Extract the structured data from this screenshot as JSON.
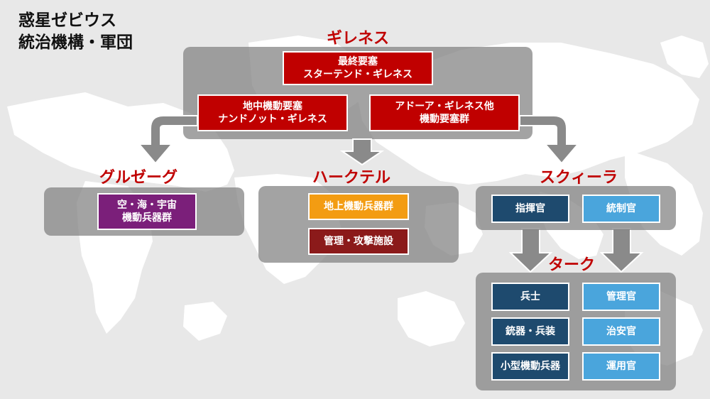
{
  "title": "惑星ゼビウス\n統治機構・軍団",
  "colors": {
    "red": "#c00000",
    "purple": "#7b1f7a",
    "orange": "#f39c12",
    "maroon": "#8b1a1a",
    "navy": "#1e4a6e",
    "sky": "#4aa5dc",
    "panel": "#808080"
  },
  "gilenes": {
    "label": "ギレネス",
    "top": "最終要塞\nスターテンド・ギレネス",
    "left": "地中機動要塞\nナンドノット・ギレネス",
    "right": "アドーア・ギレネス他\n機動要塞群"
  },
  "gulzeg": {
    "label": "グルゼーグ",
    "unit": "空・海・宇宙\n機動兵器群"
  },
  "haakutel": {
    "label": "ハークテル",
    "unit1": "地上機動兵器群",
    "unit2": "管理・攻撃施設"
  },
  "skwiira": {
    "label": "スクィーラ",
    "unit1": "指揮官",
    "unit2": "統制官"
  },
  "taaku": {
    "label": "ターク",
    "left": [
      "兵士",
      "銃器・兵装",
      "小型機動兵器"
    ],
    "right": [
      "管理官",
      "治安官",
      "運用官"
    ]
  }
}
